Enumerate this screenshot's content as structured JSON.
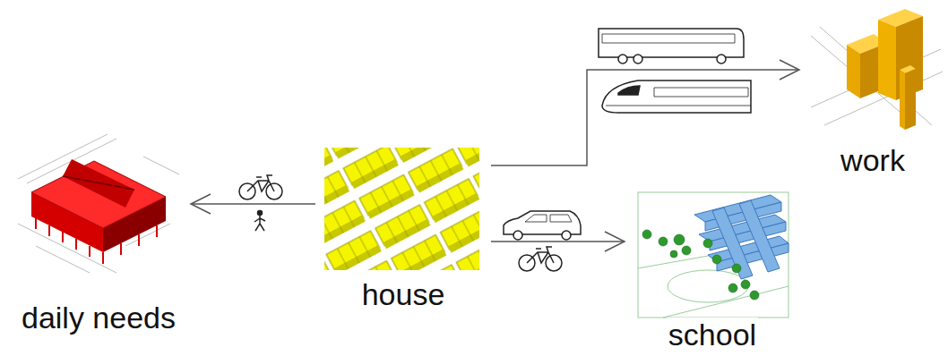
{
  "diagram": {
    "nodes": [
      {
        "text": [
          "daily needs"
        ]
      },
      {
        "text": [
          "house"
        ]
      },
      {
        "text": [
          "work"
        ]
      },
      {
        "text": [
          "school"
        ]
      }
    ],
    "edges": [
      {
        "from": 1,
        "to": 0,
        "arrow": "to"
      },
      {
        "from": 1,
        "to": 2,
        "arrow": "to"
      },
      {
        "from": 1,
        "to": 3,
        "arrow": "to"
      }
    ]
  }
}
